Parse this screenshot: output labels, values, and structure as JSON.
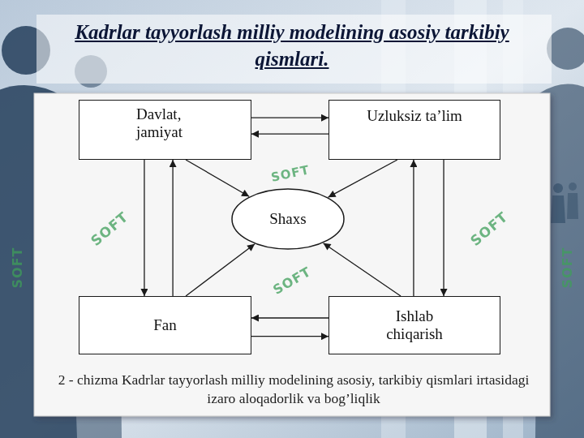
{
  "diagram": {
    "title": "Kadrlar tayyorlash milliy modelining asosiy tarkibiy qismlari.",
    "caption": "2 - chizma Kadrlar tayyorlash milliy modelining asosiy, tarkibiy qismlari irtasidagi izaro aloqadorlik va bog’liqlik",
    "nodes": [
      {
        "text": [
          "Davlat, jamiyat"
        ]
      },
      {
        "text": [
          "Uzluksiz ta’lim"
        ]
      },
      {
        "text": [
          "Shaxs"
        ]
      },
      {
        "text": [
          "Fan"
        ]
      },
      {
        "text": [
          "Ishlab chiqarish"
        ]
      }
    ],
    "edges": [
      {
        "from": 0,
        "to": 1,
        "arrow": "to"
      },
      {
        "from": 1,
        "to": 0,
        "arrow": "to"
      },
      {
        "from": 0,
        "to": 2,
        "arrow": "to"
      },
      {
        "from": 1,
        "to": 2,
        "arrow": "to"
      },
      {
        "from": 3,
        "to": 2,
        "arrow": "to"
      },
      {
        "from": 4,
        "to": 2,
        "arrow": "to"
      },
      {
        "from": 0,
        "to": 3,
        "arrow": "to"
      },
      {
        "from": 3,
        "to": 0,
        "arrow": "to"
      },
      {
        "from": 4,
        "to": 1,
        "arrow": "to"
      },
      {
        "from": 1,
        "to": 4,
        "arrow": "to"
      },
      {
        "from": 4,
        "to": 3,
        "arrow": "to"
      },
      {
        "from": 3,
        "to": 4,
        "arrow": "to"
      }
    ],
    "labels": [
      "SOFT",
      "SOFT",
      "SOFT",
      "SOFT",
      "SOFT",
      "SOFT"
    ]
  }
}
